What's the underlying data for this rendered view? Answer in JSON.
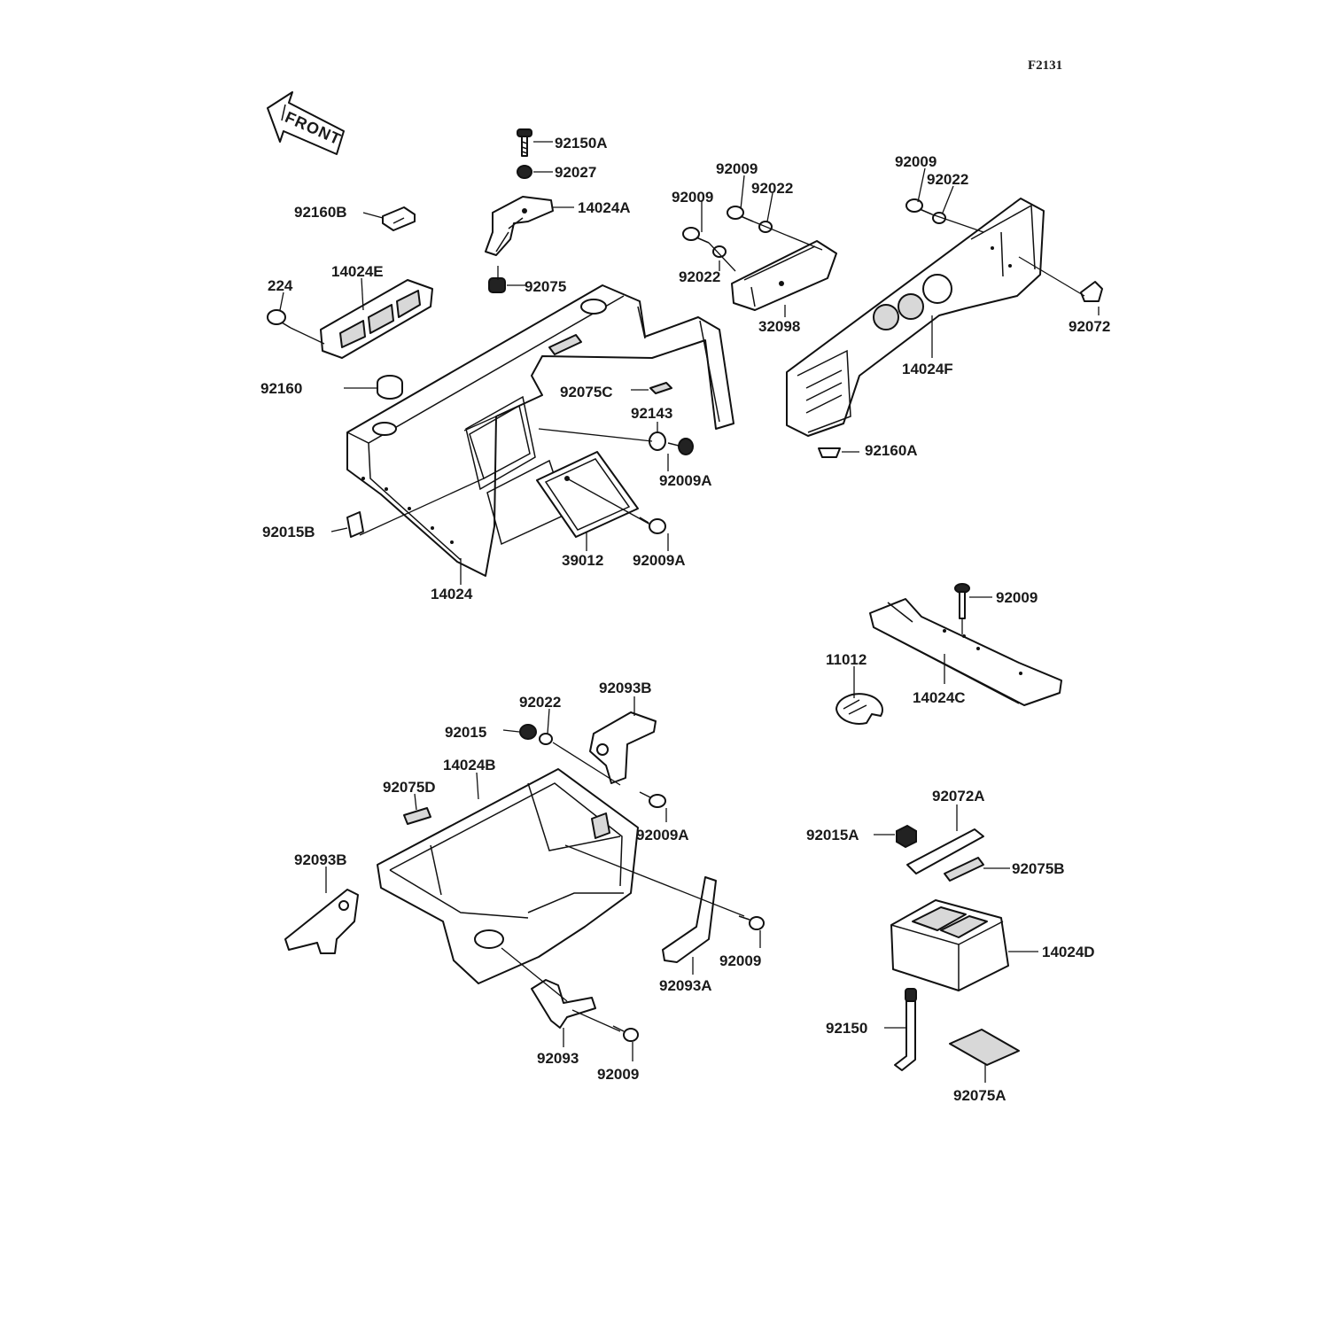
{
  "figure_code": "F2131",
  "front_label": "FRONT",
  "parts": [
    {
      "id": "p-92150A",
      "label": "92150A"
    },
    {
      "id": "p-92027",
      "label": "92027"
    },
    {
      "id": "p-14024A",
      "label": "14024A"
    },
    {
      "id": "p-92075",
      "label": "92075"
    },
    {
      "id": "p-92160B",
      "label": "92160B"
    },
    {
      "id": "p-224",
      "label": "224"
    },
    {
      "id": "p-14024E",
      "label": "14024E"
    },
    {
      "id": "p-92160",
      "label": "92160"
    },
    {
      "id": "p-92015B",
      "label": "92015B"
    },
    {
      "id": "p-14024",
      "label": "14024"
    },
    {
      "id": "p-39012",
      "label": "39012"
    },
    {
      "id": "p-92009A-1",
      "label": "92009A"
    },
    {
      "id": "p-92009A-2",
      "label": "92009A"
    },
    {
      "id": "p-92143",
      "label": "92143"
    },
    {
      "id": "p-92075C",
      "label": "92075C"
    },
    {
      "id": "p-92009-1",
      "label": "92009"
    },
    {
      "id": "p-92009-2",
      "label": "92009"
    },
    {
      "id": "p-92022-1",
      "label": "92022"
    },
    {
      "id": "p-92022-2",
      "label": "92022"
    },
    {
      "id": "p-32098",
      "label": "32098"
    },
    {
      "id": "p-92009-3",
      "label": "92009"
    },
    {
      "id": "p-92022-3",
      "label": "92022"
    },
    {
      "id": "p-92072",
      "label": "92072"
    },
    {
      "id": "p-14024F",
      "label": "14024F"
    },
    {
      "id": "p-92160A",
      "label": "92160A"
    },
    {
      "id": "p-92009-4",
      "label": "92009"
    },
    {
      "id": "p-11012",
      "label": "11012"
    },
    {
      "id": "p-14024C",
      "label": "14024C"
    },
    {
      "id": "p-92093B-1",
      "label": "92093B"
    },
    {
      "id": "p-92022-4",
      "label": "92022"
    },
    {
      "id": "p-92015",
      "label": "92015"
    },
    {
      "id": "p-14024B",
      "label": "14024B"
    },
    {
      "id": "p-92075D",
      "label": "92075D"
    },
    {
      "id": "p-92009A-3",
      "label": "92009A"
    },
    {
      "id": "p-92093B-2",
      "label": "92093B"
    },
    {
      "id": "p-92009-5",
      "label": "92009"
    },
    {
      "id": "p-92093A",
      "label": "92093A"
    },
    {
      "id": "p-92093",
      "label": "92093"
    },
    {
      "id": "p-92009-6",
      "label": "92009"
    },
    {
      "id": "p-92072A",
      "label": "92072A"
    },
    {
      "id": "p-92015A",
      "label": "92015A"
    },
    {
      "id": "p-92075B",
      "label": "92075B"
    },
    {
      "id": "p-14024D",
      "label": "14024D"
    },
    {
      "id": "p-92150",
      "label": "92150"
    },
    {
      "id": "p-92075A",
      "label": "92075A"
    }
  ]
}
